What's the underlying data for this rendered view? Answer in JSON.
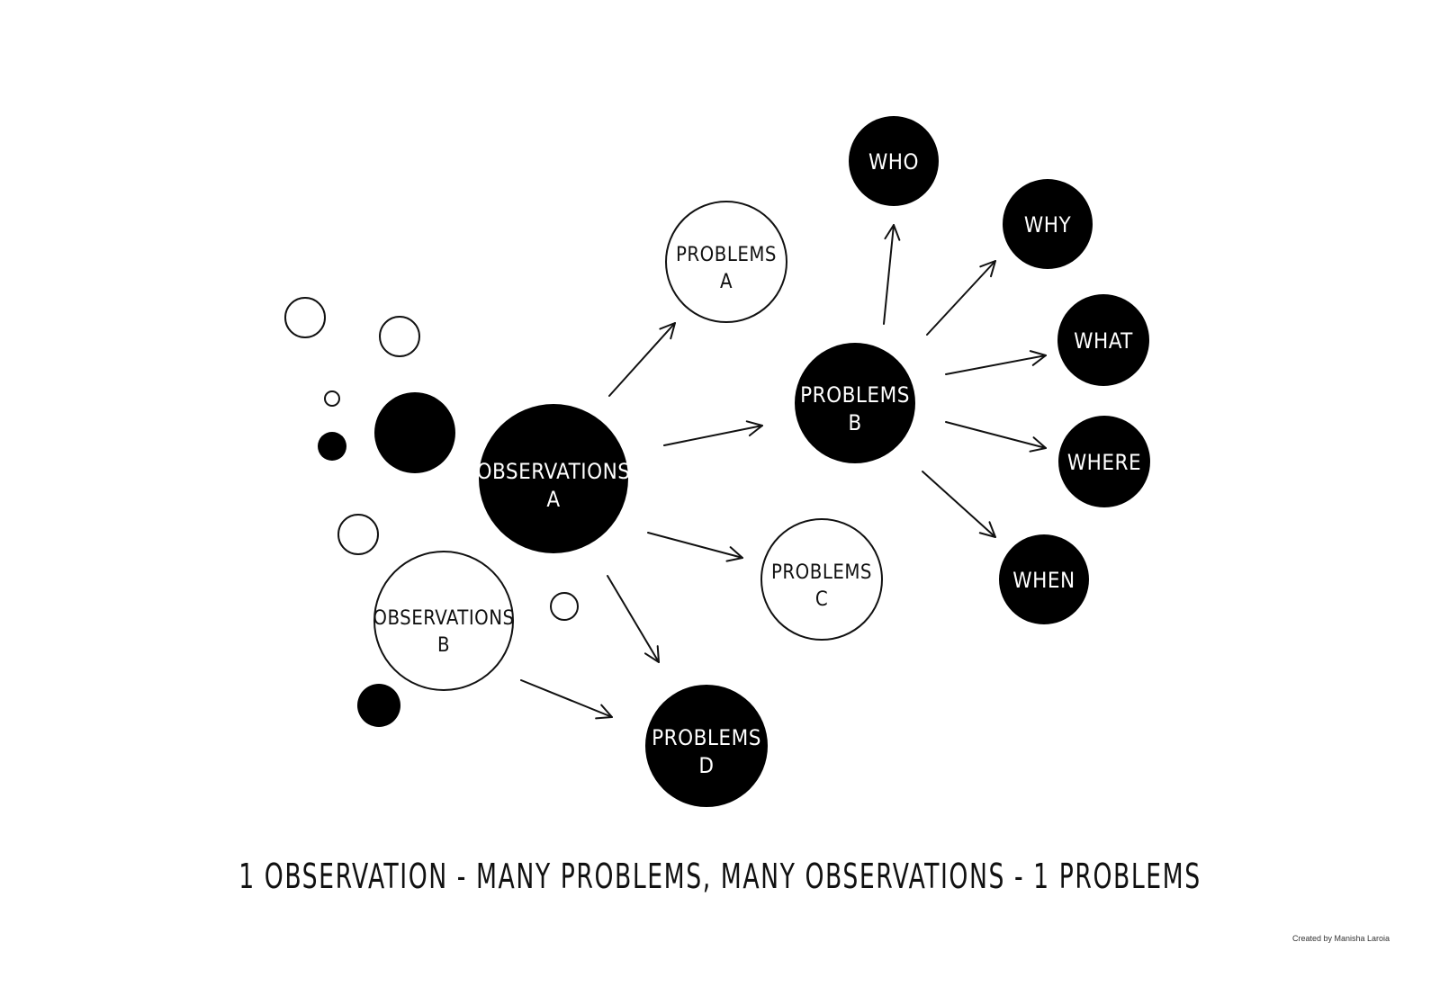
{
  "nodes": {
    "observations_a": {
      "line1": "OBSERVATIONS",
      "line2": "A"
    },
    "observations_b": {
      "line1": "OBSERVATIONS",
      "line2": "B"
    },
    "problems_a": {
      "line1": "PROBLEMS",
      "line2": "A"
    },
    "problems_b": {
      "line1": "PROBLEMS",
      "line2": "B"
    },
    "problems_c": {
      "line1": "PROBLEMS",
      "line2": "C"
    },
    "problems_d": {
      "line1": "PROBLEMS",
      "line2": "D"
    },
    "who": {
      "label": "WHO"
    },
    "why": {
      "label": "WHY"
    },
    "what": {
      "label": "WHAT"
    },
    "where": {
      "label": "WHERE"
    },
    "when": {
      "label": "WHEN"
    }
  },
  "caption": "1 OBSERVATION - MANY PROBLEMS, MANY OBSERVATIONS - 1 PROBLEMS",
  "credit": "Created by Manisha Laroia",
  "colors": {
    "fill_dark": "#000000",
    "fill_light": "#ffffff",
    "stroke": "#111111"
  }
}
